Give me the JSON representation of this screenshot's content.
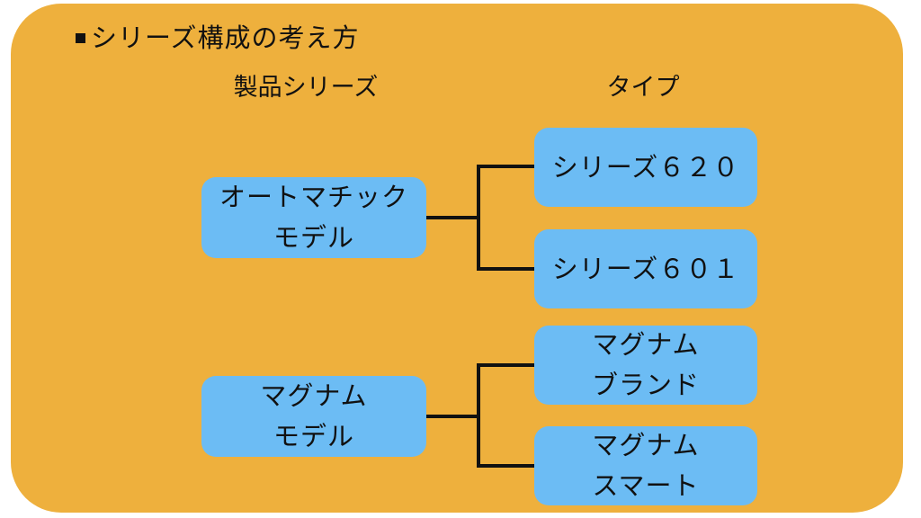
{
  "title": "シリーズ構成の考え方",
  "headers": {
    "product_series": "製品シリーズ",
    "type": "タイプ"
  },
  "series": [
    {
      "label": "オートマチック\nモデル",
      "types": [
        "シリーズ６２０",
        "シリーズ６０１"
      ]
    },
    {
      "label": "マグナム\nモデル",
      "types": [
        "マグナム\nブランド",
        "マグナム\nスマート"
      ]
    }
  ],
  "colors": {
    "panel": "#eeb03d",
    "box": "#6cbcf4",
    "line": "#111111"
  }
}
